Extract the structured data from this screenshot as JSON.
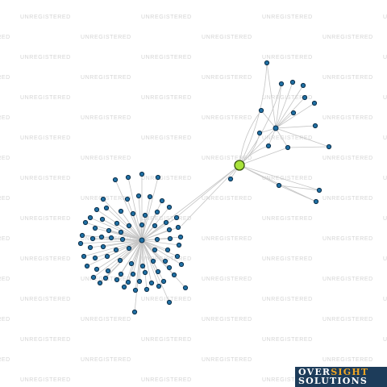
{
  "watermark": {
    "text": "UNREGISTERED"
  },
  "logo": {
    "word1": "OVER",
    "word2": "SIGHT",
    "line2": "SOLUTIONS"
  },
  "graph": {
    "node_count": 90,
    "focus_node_count": 1,
    "hub_count": 2
  }
}
